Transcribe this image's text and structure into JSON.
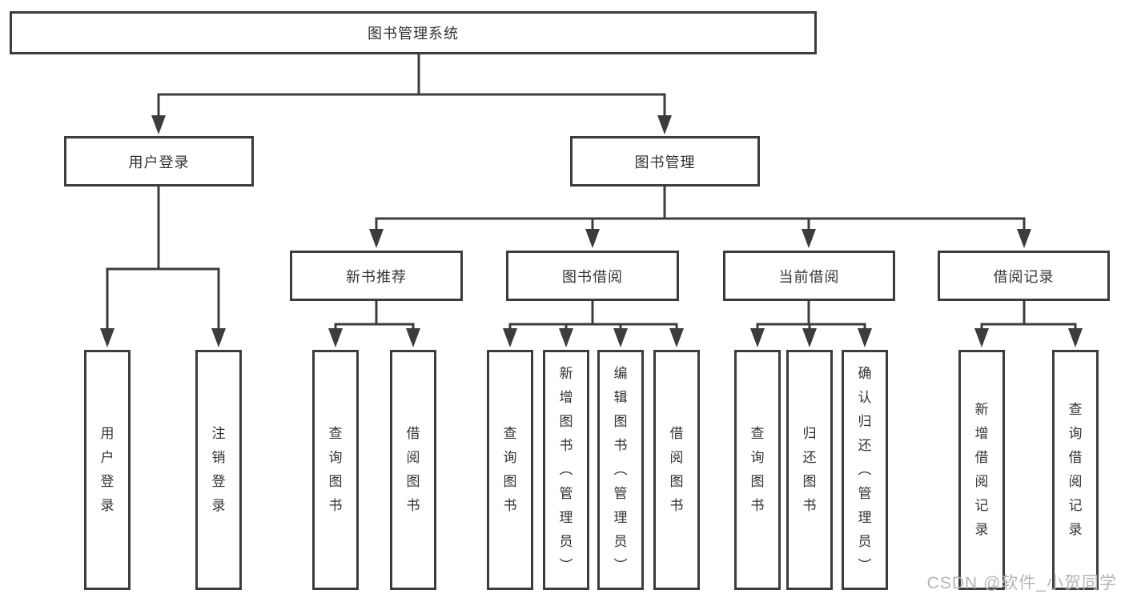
{
  "diagram": {
    "tree": {
      "label": "图书管理系统",
      "children": [
        {
          "label": "用户登录",
          "children": [
            {
              "label": "用户登录"
            },
            {
              "label": "注销登录"
            }
          ]
        },
        {
          "label": "图书管理",
          "children": [
            {
              "label": "新书推荐",
              "children": [
                {
                  "label": "查询图书"
                },
                {
                  "label": "借阅图书"
                }
              ]
            },
            {
              "label": "图书借阅",
              "children": [
                {
                  "label": "查询图书"
                },
                {
                  "label": "新增图书（管理员）"
                },
                {
                  "label": "编辑图书（管理员）"
                },
                {
                  "label": "借阅图书"
                }
              ]
            },
            {
              "label": "当前借阅",
              "children": [
                {
                  "label": "查询图书"
                },
                {
                  "label": "归还图书"
                },
                {
                  "label": "确认归还（管理员）"
                }
              ]
            },
            {
              "label": "借阅记录",
              "children": [
                {
                  "label": "新增借阅记录"
                },
                {
                  "label": "查询借阅记录"
                }
              ]
            }
          ]
        }
      ]
    },
    "colors": {
      "line": "#3c3c3c",
      "text": "#333333",
      "background": "#ffffff",
      "watermark": "#b5b5b5"
    }
  },
  "watermark": {
    "text": "CSDN @软件_小贺同学"
  }
}
